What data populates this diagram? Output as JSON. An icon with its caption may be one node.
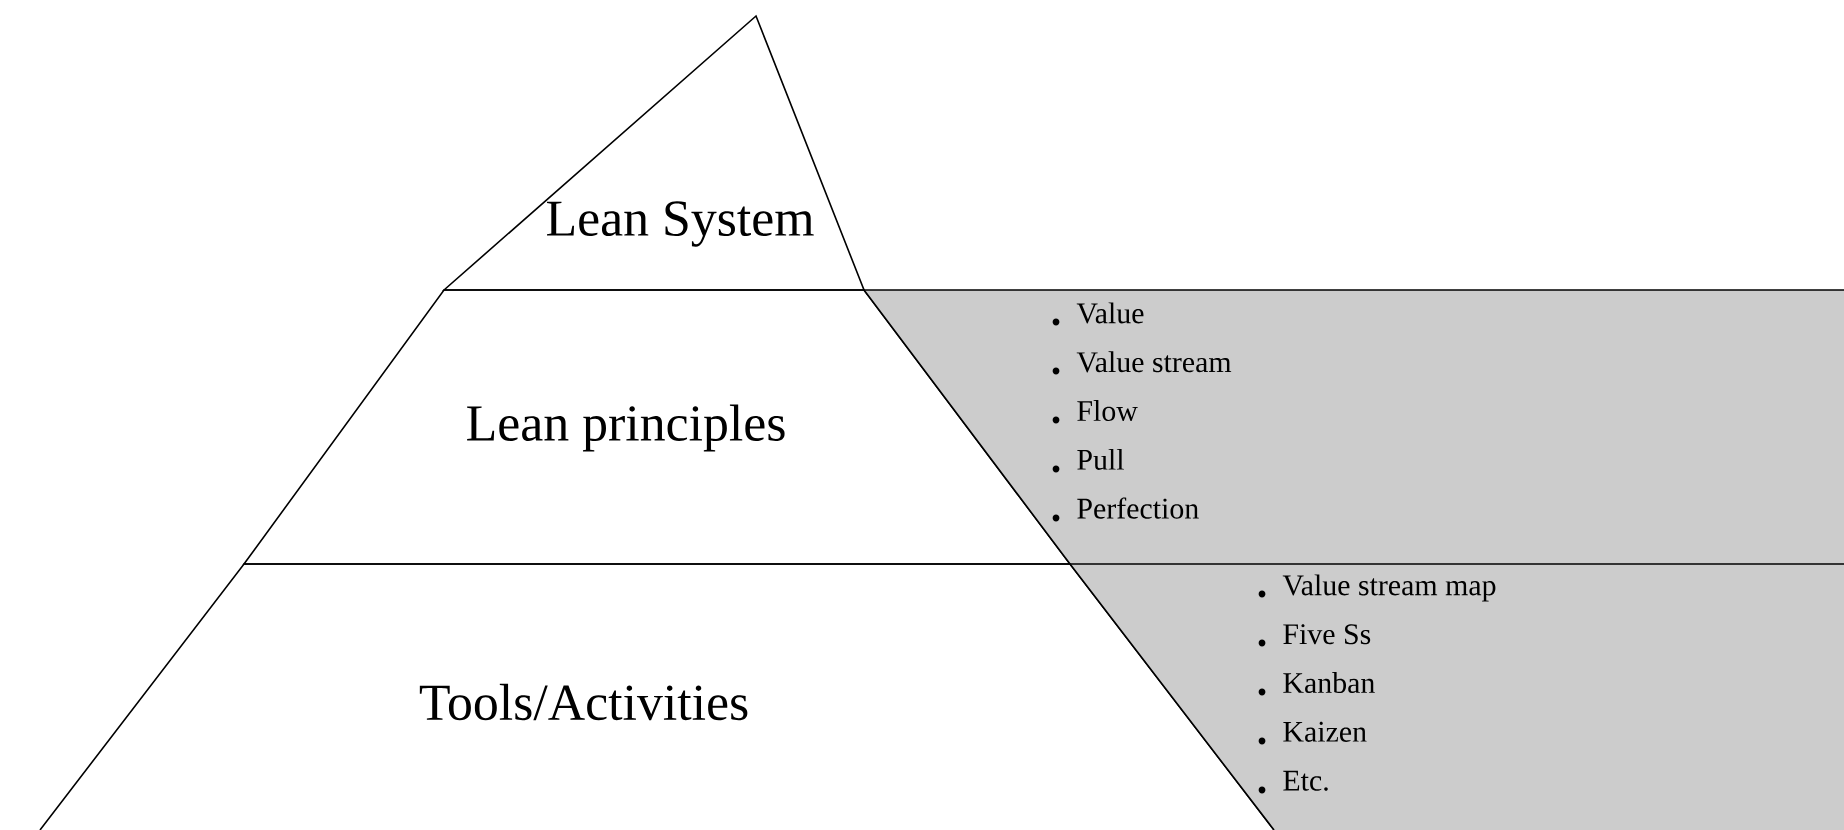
{
  "diagram": {
    "nodes": [
      {
        "text": [
          "Lean System"
        ]
      },
      {
        "text": [
          "Lean principles"
        ]
      },
      {
        "text": [
          "Value",
          "Value stream",
          "Flow",
          "Pull",
          "Perfection"
        ]
      },
      {
        "text": [
          "Tools/Activities"
        ]
      },
      {
        "text": [
          "Value stream map",
          "Five Ss",
          "Kanban",
          "Kaizen",
          "Etc."
        ]
      }
    ]
  }
}
